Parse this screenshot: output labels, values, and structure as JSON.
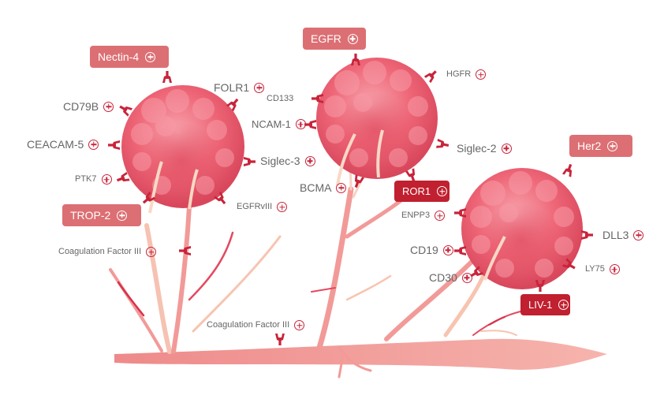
{
  "colors": {
    "box_light": "#dc6f73",
    "box_dark": "#c0202f",
    "icon_red": "#c8243a",
    "label_gray": "#666666",
    "vessel": "#f29a98",
    "tumor": "#f06b7c"
  },
  "icons": {
    "plus": "plus-circle-icon",
    "receptor": "receptor-icon"
  },
  "targets": {
    "nectin4": "Nectin-4",
    "folr1": "FOLR1",
    "cd79b": "CD79B",
    "ceacam5": "CEACAM-5",
    "ptk7": "PTK7",
    "siglec3": "Siglec-3",
    "egfrviii": "EGFRvIII",
    "trop2": "TROP-2",
    "coag_left": "Coagulation Factor III",
    "egfr": "EGFR",
    "cd133": "CD133",
    "hgfr": "HGFR",
    "ncam1": "NCAM-1",
    "siglec2": "Siglec-2",
    "bcma": "BCMA",
    "ror1": "ROR1",
    "coag_bottom": "Coagulation Factor III",
    "her2": "Her2",
    "enpp3": "ENPP3",
    "dll3": "DLL3",
    "cd19": "CD19",
    "ly75": "LY75",
    "cd30": "CD30",
    "liv1": "LIV-1"
  }
}
